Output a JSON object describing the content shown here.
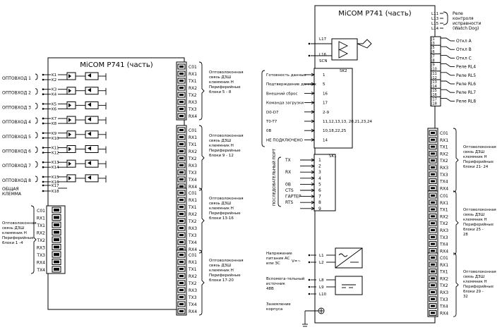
{
  "left": {
    "title": "MiCOM P741 (часть)",
    "inputs": [
      {
        "label": "ОПТОВХОД 1",
        "terms": [
          "K1",
          "K2"
        ]
      },
      {
        "label": "ОПТОВХОД 2",
        "terms": [
          "K3",
          "K4"
        ]
      },
      {
        "label": "ОПТОВХОД 3",
        "terms": [
          "K5",
          "K6"
        ]
      },
      {
        "label": "ОПТОВХОД 4",
        "terms": [
          "K7",
          "K8"
        ]
      },
      {
        "label": "ОПТОВХОД 5",
        "terms": [
          "K9",
          "K10"
        ]
      },
      {
        "label": "ОПТОВХОД 6",
        "terms": [
          "K11",
          "K12"
        ]
      },
      {
        "label": "ОПТОВХОД 7",
        "terms": [
          "K13",
          "K14"
        ]
      },
      {
        "label": "ОПТОВХОД 8",
        "terms": [
          "K15",
          "K16"
        ]
      }
    ],
    "common": {
      "label": "ОБЩАЯ КЛЕММА",
      "terms": [
        "K17",
        "K18"
      ]
    },
    "bottom_ports": [
      "C01",
      "RX1",
      "TX1",
      "RX2",
      "TX2",
      "RX3",
      "TX3",
      "RX4",
      "TX4"
    ],
    "bottom_label": "Оптоволоконная связь ДЗШ клеммник Н Периферийные блоки 1 -4",
    "right_groups": [
      {
        "ports": [
          "C01",
          "RX1",
          "TX1",
          "RX2",
          "TX2",
          "RX3",
          "TX3",
          "RX4"
        ],
        "label": "Оптоволоконная связь ДЗШ клеммник Н Периферийные блоки 5 - 8"
      },
      {
        "ports": [
          "C01",
          "RX1",
          "TX1",
          "RX2",
          "TX2",
          "RX3",
          "TX3",
          "TX4",
          "RX4"
        ],
        "label": "Оптоволоконная связь ДЗШ клеммник Н Периферийные блоки 9 - 12"
      },
      {
        "ports": [
          "C01",
          "RX1",
          "TX1",
          "RX2",
          "TX2",
          "RX3",
          "TX3",
          "TX4",
          "RX4"
        ],
        "label": "Оптоволоконная связь ДЗШ клеммник Н Периферийные блоки 13-16"
      },
      {
        "ports": [
          "C01",
          "RX1",
          "TX1",
          "RX2",
          "TX2",
          "RX3",
          "TX3",
          "TX4",
          "RX4"
        ],
        "label": "Оптоволоконная связь ДЗШ клеммник Н Периферийные блоки 17-20"
      }
    ]
  },
  "right": {
    "title": "MiCOM P741 (часть)",
    "watchdog": {
      "terms": [
        "L11",
        "L13",
        "L15",
        "L14"
      ],
      "label": "Реле контроля исправности (Watch Dog)"
    },
    "trip_relays": [
      {
        "terms": [
          "J1",
          "J3"
        ],
        "label": "Откл A"
      },
      {
        "terms": [
          "J5",
          "J6"
        ],
        "label": "Откл B"
      },
      {
        "terms": [
          "J7",
          "J8"
        ],
        "label": "Откл C"
      },
      {
        "terms": [
          "J9",
          "J10"
        ],
        "label": "Реле RL4"
      },
      {
        "terms": [
          "J11",
          "J12"
        ],
        "label": "Реле RL5"
      },
      {
        "terms": [
          "J13",
          "J14"
        ],
        "label": "Реле RL6"
      },
      {
        "terms": [
          "J15",
          "J16"
        ],
        "label": "Реле RL7"
      },
      {
        "terms": [
          "J17",
          "J18"
        ],
        "label": "Реле RL8"
      }
    ],
    "comm": {
      "l_terms": [
        "L17",
        "L16",
        "SCN"
      ],
      "sk_label": "SK2",
      "rows": [
        {
          "label": "Готовность данных",
          "pin": "1"
        },
        {
          "label": "Подтверждение данных",
          "pin": "5"
        },
        {
          "label": "Внешний сброс",
          "pin": "16"
        },
        {
          "label": "Команда загрузки",
          "pin": "17"
        },
        {
          "label": "D0-D7",
          "pin": "2-9"
        },
        {
          "label": "T0-T7",
          "pin": "11,12,13,13, 20,21,23,24"
        },
        {
          "label": "0В",
          "pin": "10,18,22,25"
        },
        {
          "label": "НЕ ПОДКЛЮЧЕНО",
          "pin": "14"
        }
      ]
    },
    "serial": {
      "vertical_label": "ПОСЛЕДОВАТЕЛЬНЫЙ ПОРТ",
      "sk_label": "SK1",
      "rows": [
        {
          "label": "TX",
          "pin": "1"
        },
        {
          "label": "",
          "pin": "2"
        },
        {
          "label": "RX",
          "pin": "3"
        },
        {
          "label": "",
          "pin": "4"
        },
        {
          "label": "0В",
          "pin": "5"
        },
        {
          "label": "CTS",
          "pin": "6"
        },
        {
          "label": "ГАРТЕР",
          "pin": "7"
        },
        {
          "label": "RTS",
          "pin": "8"
        },
        {
          "label": "",
          "pin": "9"
        }
      ]
    },
    "power": {
      "label": "Напряжение питания АС или ЗС",
      "vlabel": "V=~",
      "terms": [
        "L1",
        "L2"
      ]
    },
    "aux": {
      "label": "Вспомога-тельный источник 48В",
      "terms": [
        "L8",
        "L9",
        "L10"
      ]
    },
    "ground": {
      "label": "Заземление корпуса"
    },
    "right_groups": [
      {
        "ports": [
          "C01",
          "RX1",
          "TX1",
          "RX2",
          "TX2",
          "RX3",
          "TX3",
          "TX4",
          "RX4"
        ],
        "label": "Оптоволоконная связь ДЗШ клеммник Н Периферийные блоки 21- 24"
      },
      {
        "ports": [
          "C01",
          "RX1",
          "TX1",
          "RX2",
          "TX2",
          "RX3",
          "TX3",
          "TX4",
          "RX4"
        ],
        "label": "Оптоволоконная связь ДЗШ клеммник Н Периферийные блоки 25 - 28"
      },
      {
        "ports": [
          "C01",
          "RX1",
          "TX1",
          "RX2",
          "TX2",
          "RX3",
          "TX3",
          "TX4",
          "RX4"
        ],
        "label": "Оптоволоконная связь ДЗШ клеммник Н Периферийные блоки 29 - 32"
      }
    ]
  }
}
